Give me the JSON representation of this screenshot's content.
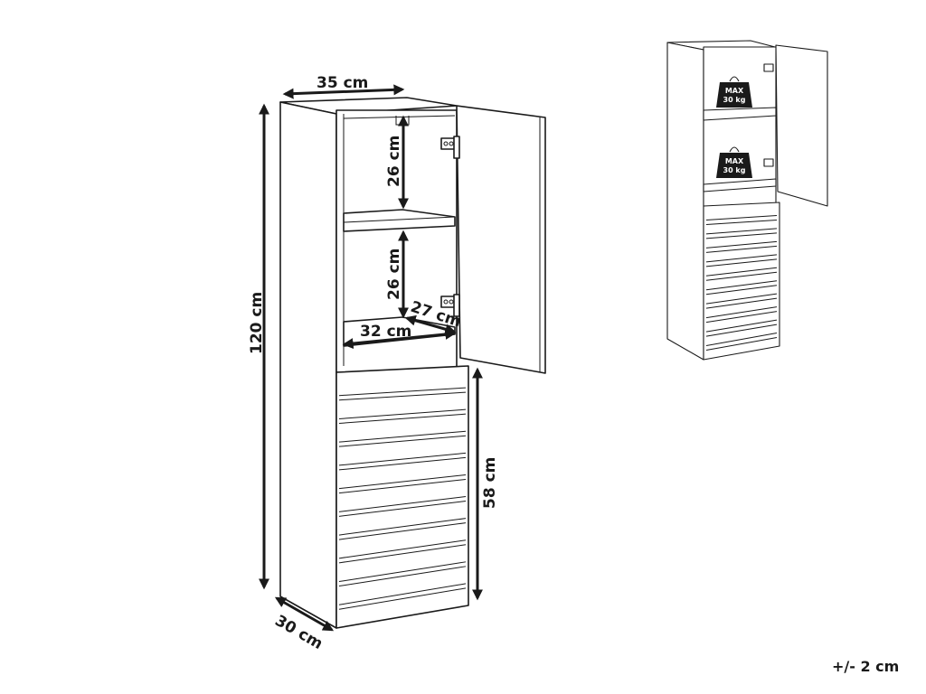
{
  "dimensions": {
    "width": "35 cm",
    "height": "120 cm",
    "depth": "30 cm",
    "upper_shelf_height": "26 cm",
    "lower_shelf_height": "26 cm",
    "inner_width": "32 cm",
    "inner_depth": "27 cm",
    "lower_section_height": "58 cm"
  },
  "load_label": {
    "line1": "MAX",
    "line2": "30 kg"
  },
  "tolerance": "+/- 2 cm",
  "colors": {
    "line": "#1a1a1a",
    "background": "#ffffff"
  }
}
